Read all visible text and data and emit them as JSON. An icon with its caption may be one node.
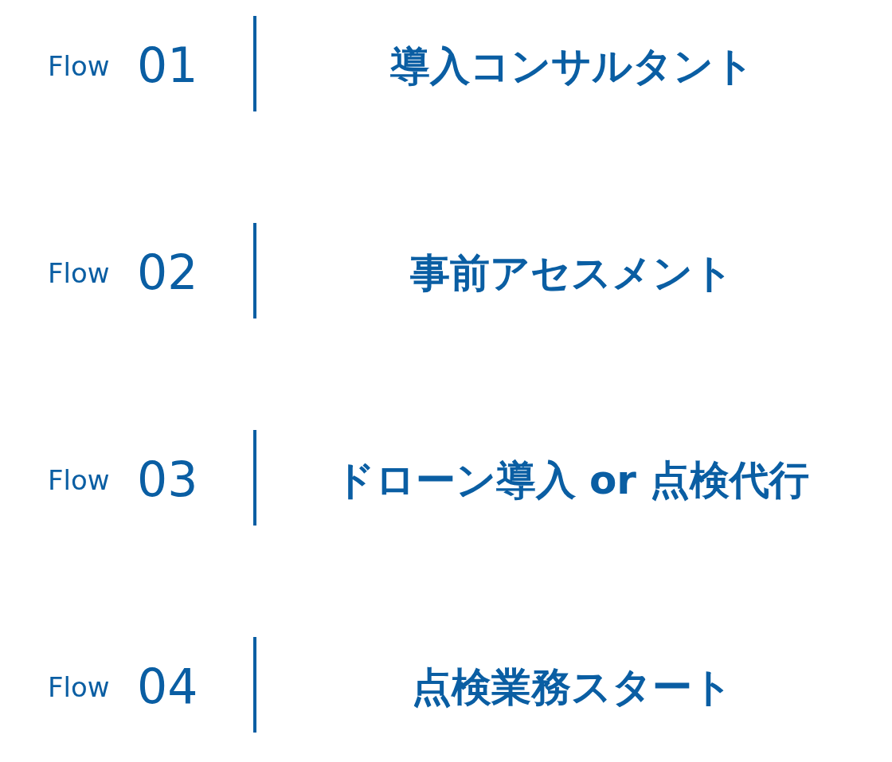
{
  "diagram": {
    "labels": [
      "Flow",
      "01",
      "導入コンサルタント",
      "Flow",
      "02",
      "事前アセスメント",
      "Flow",
      "03",
      "ドローン導入 or 点検代行",
      "Flow",
      "04",
      "点検業務スタート"
    ]
  }
}
